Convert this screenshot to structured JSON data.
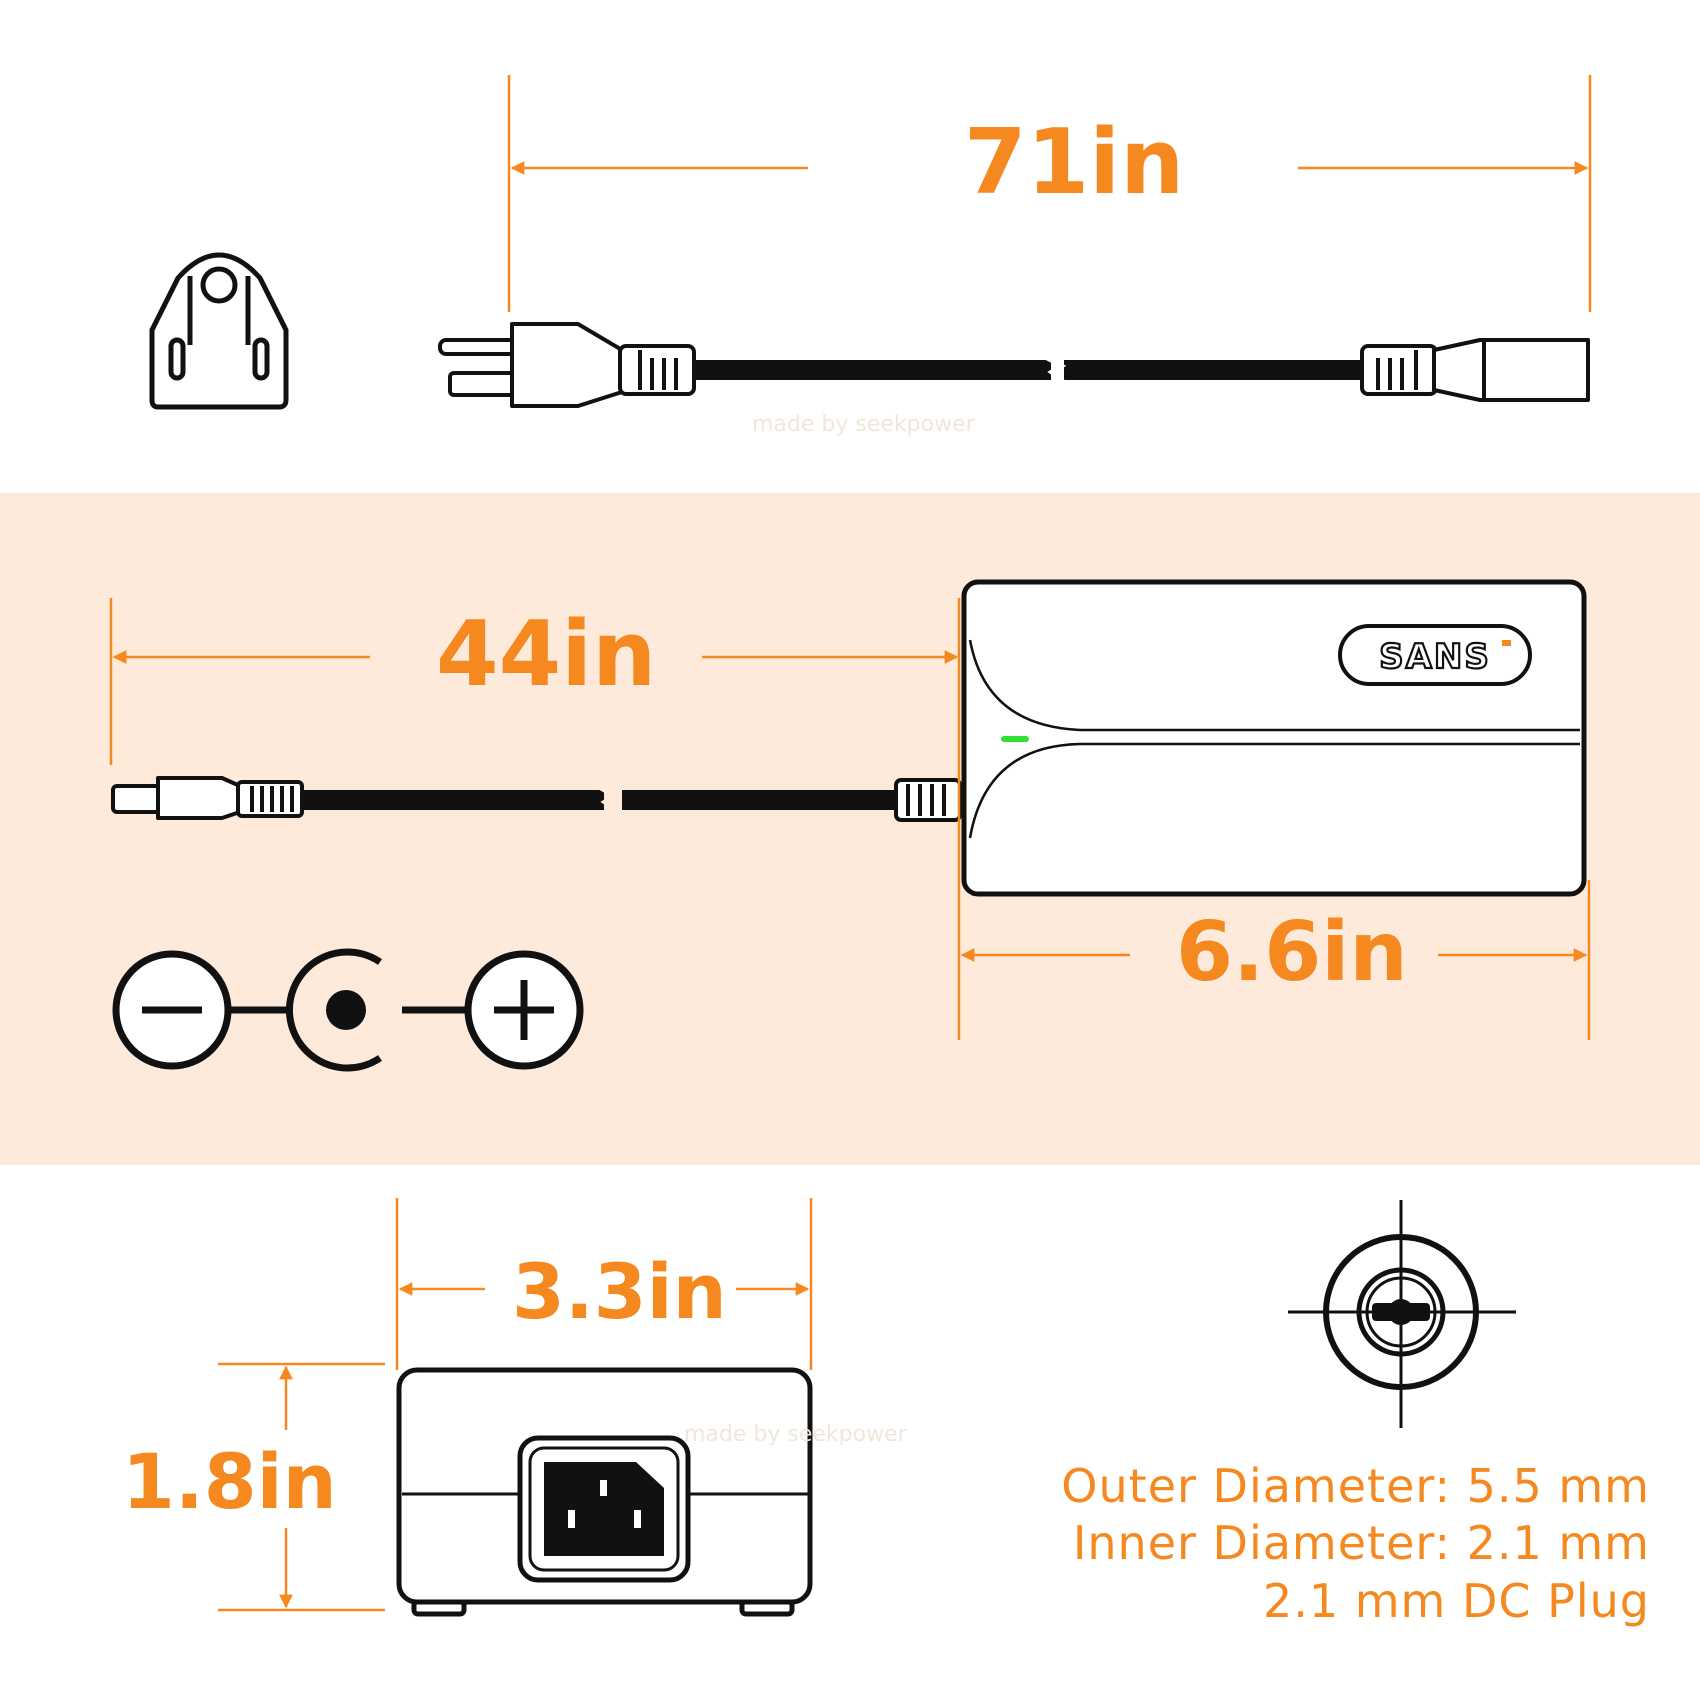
{
  "dimensions": {
    "cord_length": "71in",
    "dc_cable_length": "44in",
    "adapter_length": "6.6in",
    "adapter_width": "3.3in",
    "adapter_height": "1.8in"
  },
  "brand": {
    "logo_text": "SANS"
  },
  "specs": {
    "outer_diameter": "Outer Diameter: 5.5 mm",
    "inner_diameter": "Inner Diameter: 2.1 mm",
    "plug": "2.1 mm DC Plug"
  },
  "watermark": {
    "text": "made by seekpower"
  },
  "colors": {
    "accent": "#f5891f",
    "band_background": "#fdeadb",
    "line": "#111111",
    "led": "#33dd33"
  },
  "icons": [
    "us-plug-face-icon",
    "polarity-icon",
    "dc-plug-end-icon",
    "ac-socket-icon"
  ]
}
